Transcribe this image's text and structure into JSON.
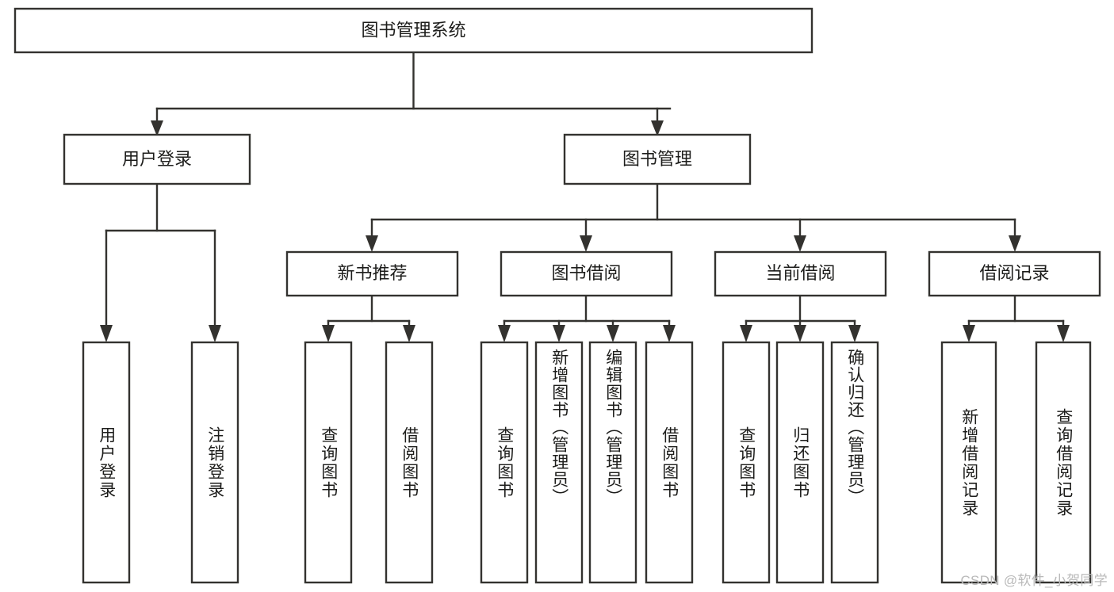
{
  "diagram": {
    "title": "图书管理系统",
    "type": "tree",
    "orientation": "top-down",
    "colors": {
      "box_stroke": "#33322f",
      "box_fill": "#ffffff",
      "line": "#33322f",
      "text": "#1d1d1b",
      "background": "#ffffff",
      "watermark": "#b9b9b9"
    },
    "root": {
      "label": "图书管理系统",
      "orientation": "horizontal"
    },
    "level2": [
      {
        "label": "用户登录",
        "orientation": "horizontal"
      },
      {
        "label": "图书管理",
        "orientation": "horizontal"
      }
    ],
    "level3": [
      {
        "label": "新书推荐",
        "orientation": "horizontal"
      },
      {
        "label": "图书借阅",
        "orientation": "horizontal"
      },
      {
        "label": "当前借阅",
        "orientation": "horizontal"
      },
      {
        "label": "借阅记录",
        "orientation": "horizontal"
      }
    ],
    "leaves": {
      "user_login": [
        {
          "label": "用户登录",
          "orientation": "vertical"
        },
        {
          "label": "注销登录",
          "orientation": "vertical"
        }
      ],
      "new_book_recommend": [
        {
          "label": "查询图书",
          "orientation": "vertical"
        },
        {
          "label": "借阅图书",
          "orientation": "vertical"
        }
      ],
      "book_borrow": [
        {
          "label": "查询图书",
          "orientation": "vertical"
        },
        {
          "label": "新增图书（管理员）",
          "orientation": "vertical"
        },
        {
          "label": "编辑图书（管理员）",
          "orientation": "vertical"
        },
        {
          "label": "借阅图书",
          "orientation": "vertical"
        }
      ],
      "current_borrow": [
        {
          "label": "查询图书",
          "orientation": "vertical"
        },
        {
          "label": "归还图书",
          "orientation": "vertical"
        },
        {
          "label": "确认归还（管理员）",
          "orientation": "vertical"
        }
      ],
      "borrow_record": [
        {
          "label": "新增借阅记录",
          "orientation": "vertical"
        },
        {
          "label": "查询借阅记录",
          "orientation": "vertical"
        }
      ]
    },
    "watermark": "CSDN @软件_小贺同学"
  }
}
